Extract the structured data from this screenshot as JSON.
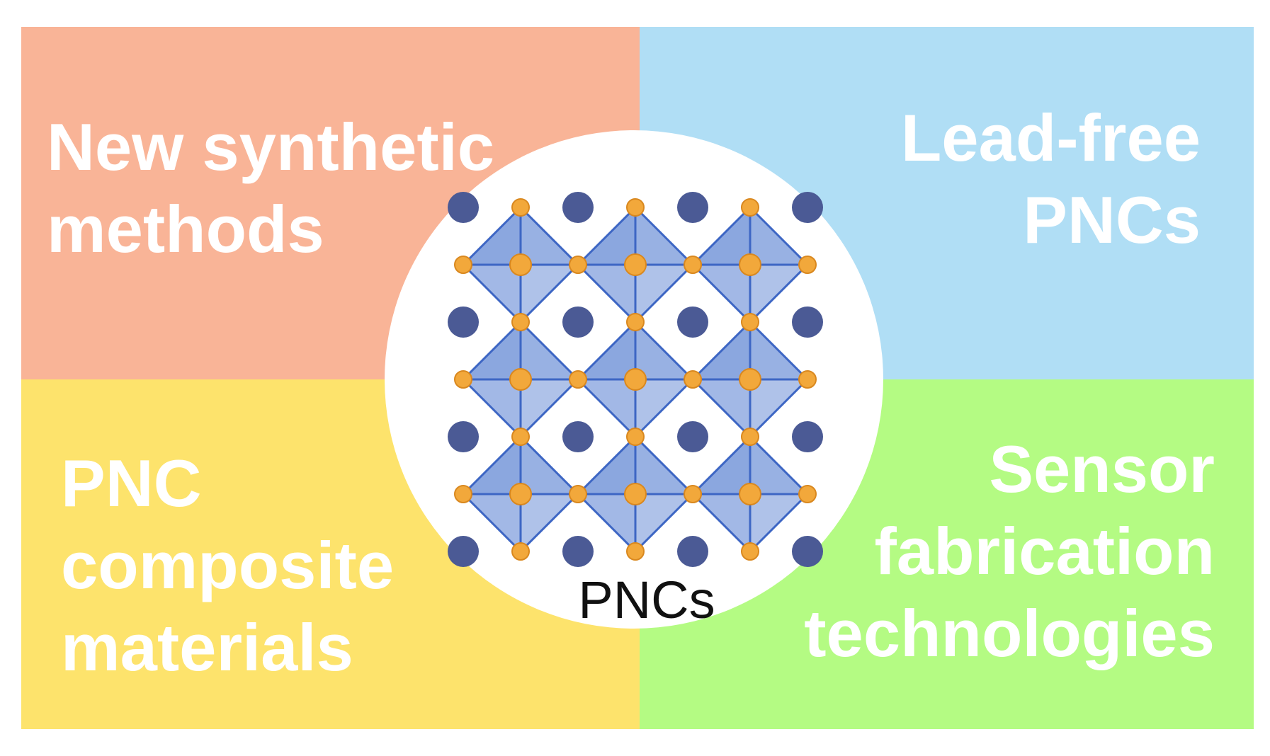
{
  "colors": {
    "top_left": "#f9b497",
    "top_right": "#b0def5",
    "bottom_left": "#fde36c",
    "bottom_right": "#b4fb83",
    "octahedron_face": "#7e9ddc",
    "octahedron_edge": "#3d66c4",
    "a_site": "#4b5a95",
    "x_site": "#f2a83b",
    "x_site_edge": "#d9881f"
  },
  "quadrants": {
    "top_left": {
      "lines": [
        "New synthetic",
        "methods"
      ]
    },
    "top_right": {
      "lines": [
        "Lead-free",
        "PNCs"
      ]
    },
    "bottom_left": {
      "lines": [
        "PNC",
        "composite",
        "materials"
      ]
    },
    "bottom_right": {
      "lines": [
        "Sensor",
        "fabrication",
        "technologies"
      ]
    }
  },
  "center": {
    "caption": "PNCs",
    "lattice": {
      "rows": 3,
      "cols": 3
    }
  }
}
